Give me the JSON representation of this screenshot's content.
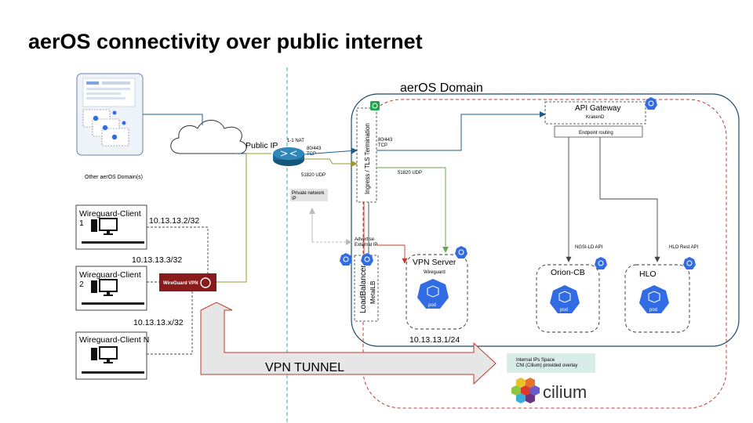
{
  "title": "aerOS connectivity over public internet",
  "domain_label": "aerOS Domain",
  "other_domain_label": "Other aerOS Domain(s)",
  "public_ip_label": "Public IP",
  "nat_label": "1-1 NAT",
  "port_80_443_tcp": "80/443\nTCP",
  "port_51820_udp": "51820 UDP",
  "private_network_ip": "Private network\nIP",
  "ingress_label": "Ingress / TLS Termination",
  "ingress_port_tcp": "80/443\nTCP",
  "ingress_port_udp": "51820 UDP",
  "api_gateway": {
    "title": "API Gateway",
    "subtitle": "KrakenD"
  },
  "endpoint_routing": "Endpoint routing",
  "ngsi_ld_api": "NGSI-LD API",
  "hlo_rest_api": "HLO Rest API",
  "orion_cb": "Orion-CB",
  "hlo": "HLO",
  "pod_label": "pod",
  "vpn_server": {
    "title": "VPN Server",
    "subtitle": "Wireguard",
    "ip": "10.13.13.1/24"
  },
  "advertise_external_ip": "Advertise\nExternal IP",
  "loadbalancer": {
    "title": "LoadBalancer",
    "subtitle": "MetalLB"
  },
  "wireguard_vpn_badge": "WireGuard VPN",
  "clients": [
    {
      "name": "Wireguard-Client\n1",
      "ip": "10.13.13.2/32"
    },
    {
      "name": "Wireguard-Client\n2",
      "ip": "10.13.13.3/32"
    },
    {
      "name": "Wireguard-Client N",
      "ip": "10.13.13.x/32"
    }
  ],
  "vpn_tunnel": "VPN TUNNEL",
  "internal_ips": "Internal IPs Space\nCNI (Cilium) provided overlay",
  "cilium": "cilium",
  "colors": {
    "blue_line": "#1f5e8c",
    "olive_line": "#9a9a2e",
    "green_line": "#6aa84f",
    "red_dashed": "#c0392b",
    "dark_red_badge": "#8b1a1a",
    "k8s_blue": "#326ce5",
    "teal_divider": "#3bb0a0",
    "panel_blue_border": "#1c4a6e",
    "internal_ips_bg": "#d9ede8"
  }
}
